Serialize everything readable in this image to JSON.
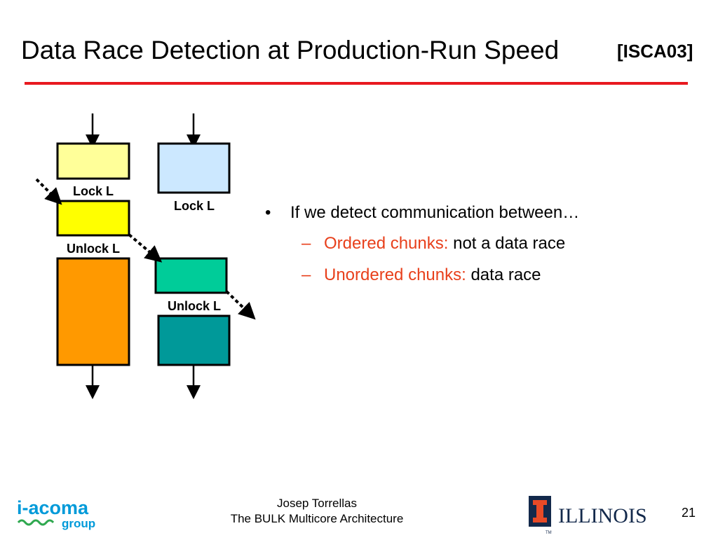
{
  "slide": {
    "title": "Data Race Detection at Production-Run Speed",
    "reference": "[ISCA03]",
    "accent_color": "#e8191f"
  },
  "diagram": {
    "labels": {
      "lock_left": "Lock L",
      "unlock_left": "Unlock L",
      "lock_right": "Lock L",
      "unlock_right": "Unlock L"
    },
    "colors": {
      "chunk_pale_yellow": "#ffff99",
      "chunk_yellow": "#ffff00",
      "chunk_orange": "#ff9900",
      "chunk_light_blue": "#cce8ff",
      "chunk_green": "#00cc99",
      "chunk_teal": "#009999"
    }
  },
  "bullets": {
    "main": "If we detect communication between…",
    "sub": [
      {
        "highlight": "Ordered chunks:",
        "rest": "not a data race"
      },
      {
        "highlight": "Unordered chunks:",
        "rest": "data race"
      }
    ],
    "highlight_color": "#e8401c"
  },
  "footer": {
    "author": "Josep Torrellas",
    "talk_title": "The BULK Multicore Architecture",
    "page_number": "21",
    "left_logo": {
      "name": "i-acoma-logo",
      "text_main": "i-acoma",
      "text_sub": "group"
    },
    "right_logo": {
      "name": "illinois-logo",
      "text": "ILLINOIS",
      "tm": "TM"
    }
  }
}
